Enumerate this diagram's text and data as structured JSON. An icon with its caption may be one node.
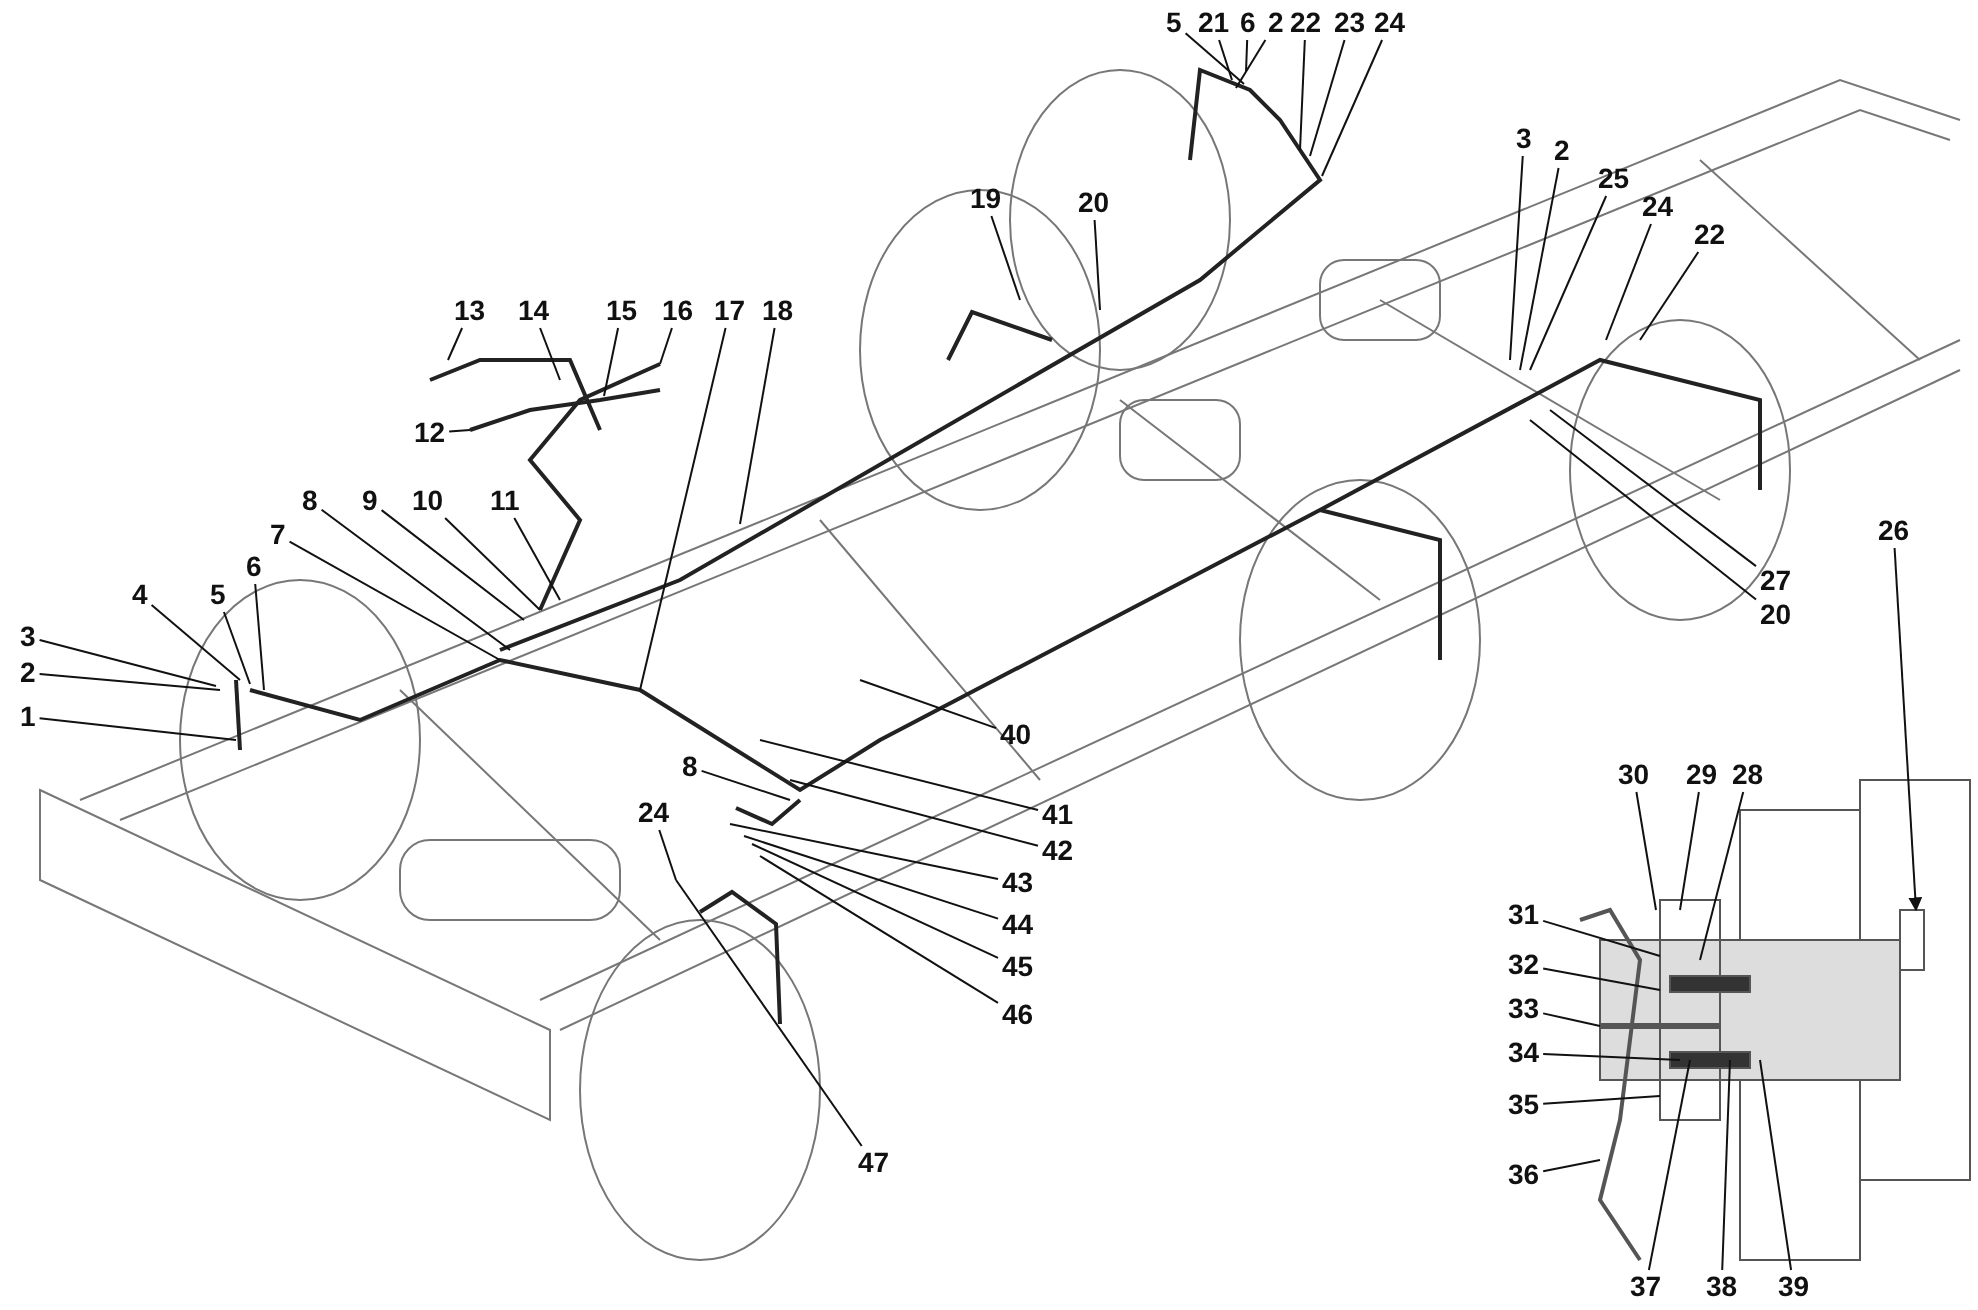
{
  "diagram": {
    "nodes": [
      {
        "text": [
          "3"
        ]
      },
      {
        "text": [
          "2"
        ]
      },
      {
        "text": [
          "1"
        ]
      },
      {
        "text": [
          "4"
        ]
      },
      {
        "text": [
          "5"
        ]
      },
      {
        "text": [
          "6"
        ]
      },
      {
        "text": [
          "7"
        ]
      },
      {
        "text": [
          "8"
        ]
      },
      {
        "text": [
          "9"
        ]
      },
      {
        "text": [
          "10"
        ]
      },
      {
        "text": [
          "11"
        ]
      },
      {
        "text": [
          "12"
        ]
      },
      {
        "text": [
          "13"
        ]
      },
      {
        "text": [
          "14"
        ]
      },
      {
        "text": [
          "15"
        ]
      },
      {
        "text": [
          "16"
        ]
      },
      {
        "text": [
          "17"
        ]
      },
      {
        "text": [
          "18"
        ]
      },
      {
        "text": [
          "19"
        ]
      },
      {
        "text": [
          "20"
        ]
      },
      {
        "text": [
          "5"
        ]
      },
      {
        "text": [
          "21"
        ]
      },
      {
        "text": [
          "6"
        ]
      },
      {
        "text": [
          "2"
        ]
      },
      {
        "text": [
          "22"
        ]
      },
      {
        "text": [
          "23"
        ]
      },
      {
        "text": [
          "24"
        ]
      },
      {
        "text": [
          "3"
        ]
      },
      {
        "text": [
          "2"
        ]
      },
      {
        "text": [
          "25"
        ]
      },
      {
        "text": [
          "24"
        ]
      },
      {
        "text": [
          "22"
        ]
      },
      {
        "text": [
          "26"
        ]
      },
      {
        "text": [
          "27"
        ]
      },
      {
        "text": [
          "20"
        ]
      },
      {
        "text": [
          "40"
        ]
      },
      {
        "text": [
          "41"
        ]
      },
      {
        "text": [
          "42"
        ]
      },
      {
        "text": [
          "8"
        ]
      },
      {
        "text": [
          "24"
        ]
      },
      {
        "text": [
          "43"
        ]
      },
      {
        "text": [
          "44"
        ]
      },
      {
        "text": [
          "45"
        ]
      },
      {
        "text": [
          "46"
        ]
      },
      {
        "text": [
          "47"
        ]
      },
      {
        "text": [
          "30"
        ]
      },
      {
        "text": [
          "29"
        ]
      },
      {
        "text": [
          "28"
        ]
      },
      {
        "text": [
          "31"
        ]
      },
      {
        "text": [
          "32"
        ]
      },
      {
        "text": [
          "33"
        ]
      },
      {
        "text": [
          "34"
        ]
      },
      {
        "text": [
          "35"
        ]
      },
      {
        "text": [
          "36"
        ]
      },
      {
        "text": [
          "37"
        ]
      },
      {
        "text": [
          "38"
        ]
      },
      {
        "text": [
          "39"
        ]
      }
    ],
    "edges": [
      {
        "from": 0,
        "to": null,
        "arrow": "none"
      },
      {
        "from": 1,
        "to": null,
        "arrow": "none"
      },
      {
        "from": 2,
        "to": null,
        "arrow": "none"
      },
      {
        "from": 3,
        "to": null,
        "arrow": "none"
      },
      {
        "from": 4,
        "to": null,
        "arrow": "none"
      },
      {
        "from": 5,
        "to": null,
        "arrow": "none"
      },
      {
        "from": 6,
        "to": null,
        "arrow": "none"
      },
      {
        "from": 7,
        "to": null,
        "arrow": "none"
      },
      {
        "from": 8,
        "to": null,
        "arrow": "none"
      },
      {
        "from": 9,
        "to": null,
        "arrow": "none"
      },
      {
        "from": 10,
        "to": null,
        "arrow": "none"
      },
      {
        "from": 11,
        "to": null,
        "arrow": "none"
      },
      {
        "from": 12,
        "to": null,
        "arrow": "none"
      },
      {
        "from": 13,
        "to": null,
        "arrow": "none"
      },
      {
        "from": 14,
        "to": null,
        "arrow": "none"
      },
      {
        "from": 15,
        "to": null,
        "arrow": "none"
      },
      {
        "from": 16,
        "to": null,
        "arrow": "none"
      },
      {
        "from": 17,
        "to": null,
        "arrow": "none"
      },
      {
        "from": 18,
        "to": null,
        "arrow": "none"
      },
      {
        "from": 19,
        "to": null,
        "arrow": "none"
      },
      {
        "from": 20,
        "to": null,
        "arrow": "none"
      },
      {
        "from": 21,
        "to": null,
        "arrow": "none"
      },
      {
        "from": 22,
        "to": null,
        "arrow": "none"
      },
      {
        "from": 23,
        "to": null,
        "arrow": "none"
      },
      {
        "from": 24,
        "to": null,
        "arrow": "none"
      },
      {
        "from": 25,
        "to": null,
        "arrow": "none"
      },
      {
        "from": 26,
        "to": null,
        "arrow": "none"
      },
      {
        "from": 27,
        "to": null,
        "arrow": "none"
      },
      {
        "from": 28,
        "to": null,
        "arrow": "none"
      },
      {
        "from": 29,
        "to": null,
        "arrow": "none"
      },
      {
        "from": 30,
        "to": null,
        "arrow": "none"
      },
      {
        "from": 31,
        "to": null,
        "arrow": "none"
      },
      {
        "from": 32,
        "to": null,
        "arrow": "to"
      },
      {
        "from": 33,
        "to": null,
        "arrow": "none"
      },
      {
        "from": 34,
        "to": null,
        "arrow": "none"
      },
      {
        "from": 35,
        "to": null,
        "arrow": "none"
      },
      {
        "from": 36,
        "to": null,
        "arrow": "none"
      },
      {
        "from": 37,
        "to": null,
        "arrow": "none"
      },
      {
        "from": 38,
        "to": null,
        "arrow": "none"
      },
      {
        "from": 39,
        "to": null,
        "arrow": "none"
      },
      {
        "from": 40,
        "to": null,
        "arrow": "none"
      },
      {
        "from": 41,
        "to": null,
        "arrow": "none"
      },
      {
        "from": 42,
        "to": null,
        "arrow": "none"
      },
      {
        "from": 43,
        "to": null,
        "arrow": "none"
      },
      {
        "from": 44,
        "to": null,
        "arrow": "none"
      },
      {
        "from": 45,
        "to": null,
        "arrow": "none"
      },
      {
        "from": 46,
        "to": null,
        "arrow": "none"
      },
      {
        "from": 47,
        "to": null,
        "arrow": "none"
      },
      {
        "from": 48,
        "to": null,
        "arrow": "none"
      },
      {
        "from": 49,
        "to": null,
        "arrow": "none"
      },
      {
        "from": 50,
        "to": null,
        "arrow": "none"
      },
      {
        "from": 51,
        "to": null,
        "arrow": "none"
      },
      {
        "from": 52,
        "to": null,
        "arrow": "none"
      },
      {
        "from": 53,
        "to": null,
        "arrow": "none"
      },
      {
        "from": 54,
        "to": null,
        "arrow": "none"
      },
      {
        "from": 55,
        "to": null,
        "arrow": "none"
      },
      {
        "from": 56,
        "to": null,
        "arrow": "none"
      }
    ]
  }
}
